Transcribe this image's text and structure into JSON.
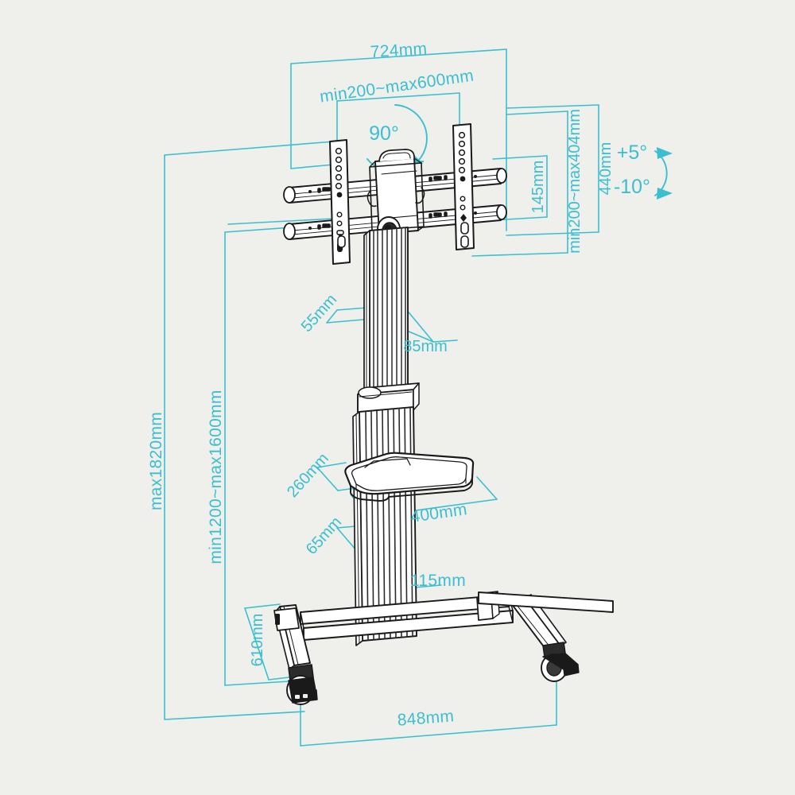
{
  "diagram": {
    "title": "Mobile TV Cart Technical Dimension Drawing",
    "background_color": "#efefeb",
    "dimension_color": "#3bbfd0",
    "outline_color": "#1a1a1a",
    "units": "mm"
  },
  "dimensions": {
    "top_width": "724mm",
    "mount_width_range": "min200~max600mm",
    "rotation": "90°",
    "rail_spacing": "145mm",
    "mount_height_range": "min200~max404mm",
    "bracket_height": "440mm",
    "tilt_up": "+5°",
    "tilt_down": "-10°",
    "column_depth": "55mm",
    "column_width": "85mm",
    "total_height": "max1820mm",
    "screen_height_range": "min1200~max1600mm",
    "shelf_depth": "260mm",
    "shelf_width": "400mm",
    "shelf_thickness": "65mm",
    "lower_column_width": "115mm",
    "base_depth": "610mm",
    "base_width": "848mm"
  },
  "labels": [
    {
      "id": "top-width",
      "text": "724mm"
    },
    {
      "id": "mount-width-range",
      "text": "min200~max600mm"
    },
    {
      "id": "rotation-angle",
      "text": "90°"
    },
    {
      "id": "rail-spacing",
      "text": "145mm"
    },
    {
      "id": "mount-height-range",
      "text": "min200~max404mm"
    },
    {
      "id": "bracket-height",
      "text": "440mm"
    },
    {
      "id": "tilt-up",
      "text": "+5°"
    },
    {
      "id": "tilt-down",
      "text": "-10°"
    },
    {
      "id": "column-depth",
      "text": "55mm"
    },
    {
      "id": "column-width",
      "text": "85mm"
    },
    {
      "id": "total-height",
      "text": "max1820mm"
    },
    {
      "id": "screen-height-range",
      "text": "min1200~max1600mm"
    },
    {
      "id": "shelf-depth",
      "text": "260mm"
    },
    {
      "id": "shelf-width",
      "text": "400mm"
    },
    {
      "id": "shelf-thickness",
      "text": "65mm"
    },
    {
      "id": "lower-column-width",
      "text": "115mm"
    },
    {
      "id": "base-depth",
      "text": "610mm"
    },
    {
      "id": "base-width",
      "text": "848mm"
    }
  ]
}
